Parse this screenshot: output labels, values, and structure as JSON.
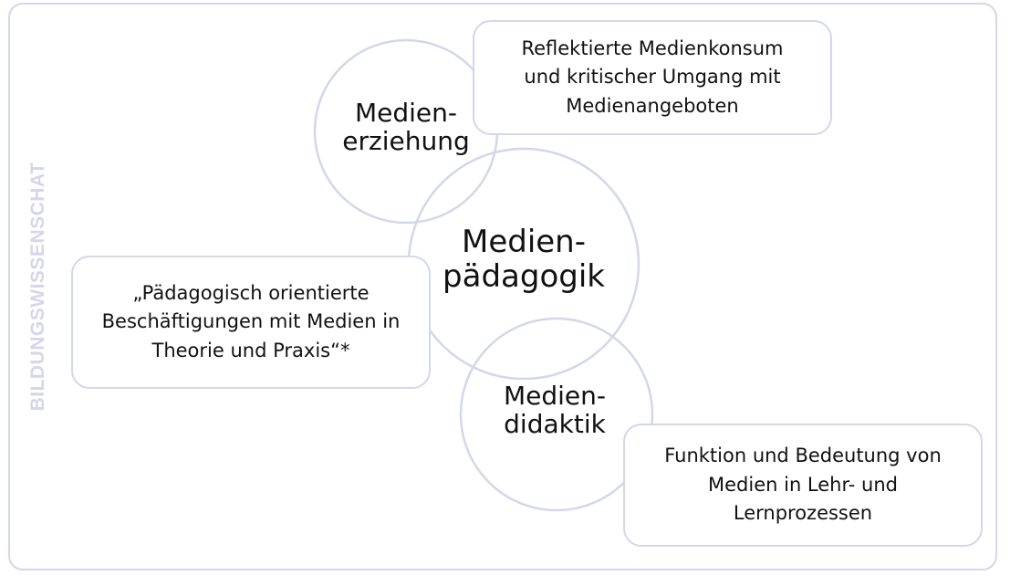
{
  "side_label": "BILDUNGSWISSENSCHAT",
  "circles": {
    "erziehung": {
      "line1": "Medien-",
      "line2": "erziehung"
    },
    "paedagogik": {
      "line1": "Medien-",
      "line2": "pädagogik"
    },
    "didaktik": {
      "line1": "Medien-",
      "line2": "didaktik"
    }
  },
  "boxes": {
    "konsum": {
      "line1": "Reflektierte Medienkonsum",
      "line2": "und kritischer Umgang mit",
      "line3": "Medienangeboten"
    },
    "definition": {
      "line1": "„Pädagogisch orientierte",
      "line2": "Beschäftigungen mit Medien in",
      "line3": "Theorie und Praxis“*"
    },
    "funktion": {
      "line1": "Funktion und Bedeutung von",
      "line2": "Medien in Lehr- und",
      "line3": "Lernprozessen"
    }
  },
  "colors": {
    "outline": "#d4d6ea",
    "text": "#111111"
  }
}
